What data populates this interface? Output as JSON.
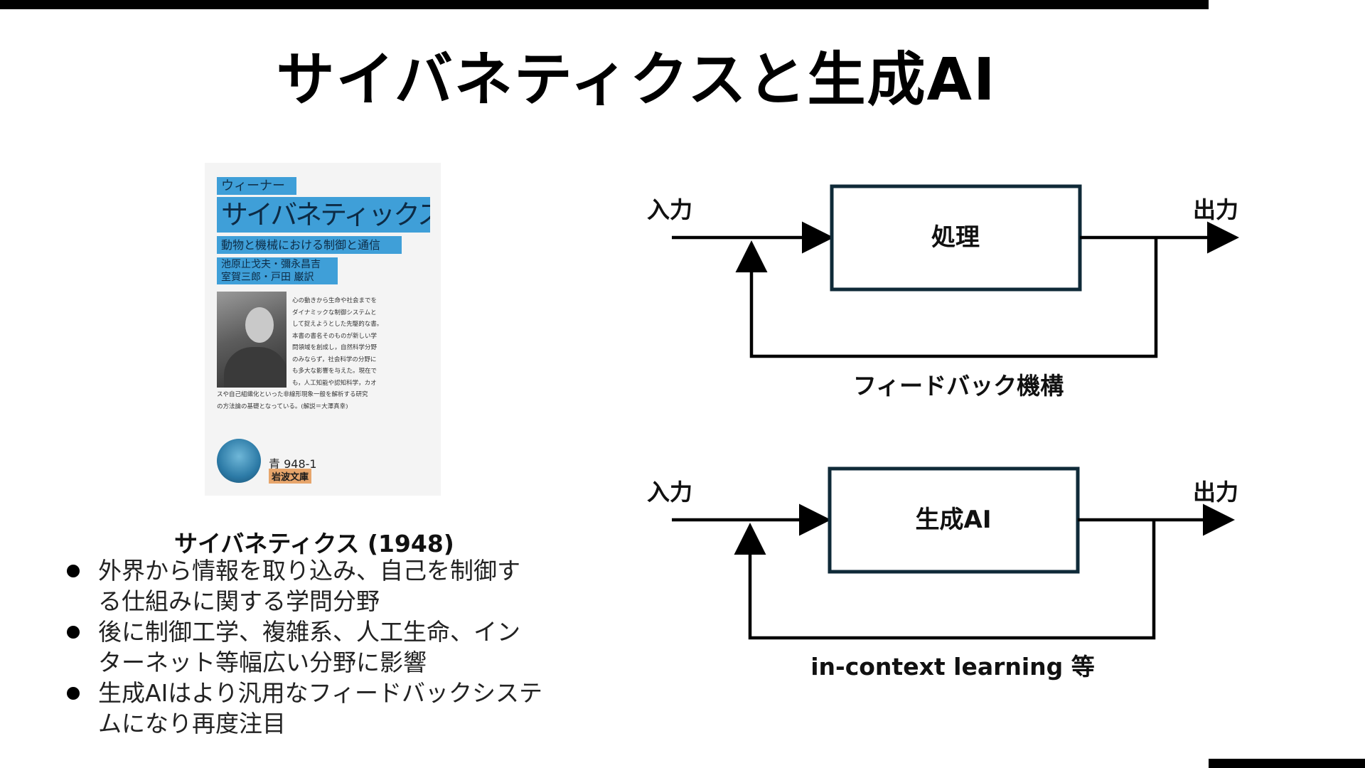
{
  "slide": {
    "title": "サイバネティクスと生成AI"
  },
  "book": {
    "author": "ウィーナー",
    "title": "サイバネティックス",
    "subtitle": "動物と機械における制御と通信",
    "translators_line1": "池原止戈夫・彌永昌吉",
    "translators_line2": "室賀三郎・戸田 巌訳",
    "blurb_right": [
      "心の動きから生命や社会までを",
      "ダイナミックな制御システムと",
      "して捉えようとした先駆的な書。",
      "本書の書名そのものが新しい学",
      "問領域を創成し，自然科学分野",
      "のみならず，社会科学の分野に",
      "も多大な影響を与えた。現在で",
      "も，人工知能や認知科学，カオ"
    ],
    "blurb_full": [
      "スや自己組織化といった非線形現象一般を解析する研究",
      "の方法論の基礎となっている。(解説＝大澤真幸)"
    ],
    "code_prefix": "青",
    "code_number": "948-1",
    "imprint": "岩波文庫"
  },
  "caption": "サイバネティクス (1948)",
  "bullets": [
    {
      "lines": [
        "外界から情報を取り込み、自己を制御す",
        "る仕組みに関する学問分野"
      ]
    },
    {
      "lines": [
        "後に制御工学、複雑系、人工生命、イン",
        "ターネット等幅広い分野に影響"
      ]
    },
    {
      "lines": [
        "生成AIはより汎用なフィードバックシステ",
        "ムになり再度注目"
      ]
    }
  ],
  "diagrams": [
    {
      "input_label": "入力",
      "output_label": "出力",
      "box_label": "処理",
      "loop_label": "フィードバック機構"
    },
    {
      "input_label": "入力",
      "output_label": "出力",
      "box_label": "生成AI",
      "loop_label": "in-context learning 等"
    }
  ],
  "colors": {
    "box_border": "#0f2a38",
    "line": "#000000",
    "book_band": "#3f9fd8",
    "imprint_band": "#e7a56b"
  }
}
